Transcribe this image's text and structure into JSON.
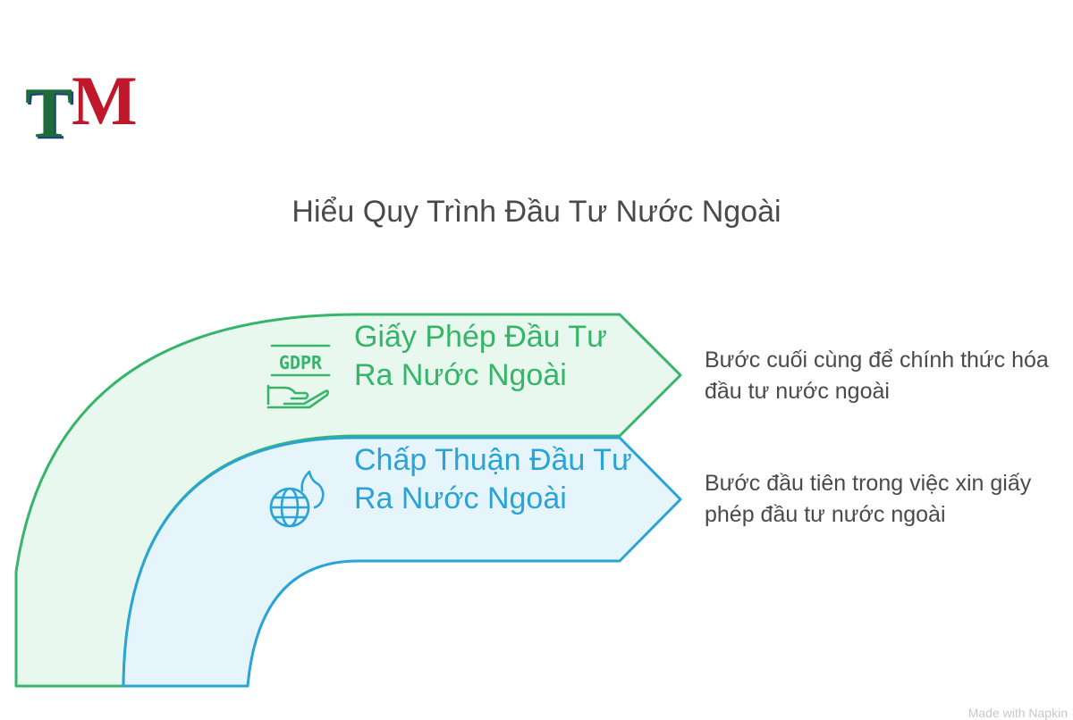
{
  "logo": {
    "letter_t": "T",
    "letter_m": "M"
  },
  "title": "Hiểu Quy Trình Đầu Tư Nước Ngoài",
  "stages": [
    {
      "label": "Giấy Phép Đầu Tư Ra Nước Ngoài",
      "icon": "gdpr-hand-icon",
      "icon_text": "GDPR",
      "description": "Bước cuối cùng để chính thức hóa đầu tư nước ngoài",
      "color": "#36b56a",
      "fill": "#e8f8ee"
    },
    {
      "label": "Chấp Thuận Đầu Tư Ra Nước Ngoài",
      "icon": "globe-fire-icon",
      "description": "Bước đầu tiên trong việc xin giấy phép đầu tư nước ngoài",
      "color": "#2aa3d6",
      "fill": "#e6f5fc"
    }
  ],
  "watermark": "Made with Napkin"
}
